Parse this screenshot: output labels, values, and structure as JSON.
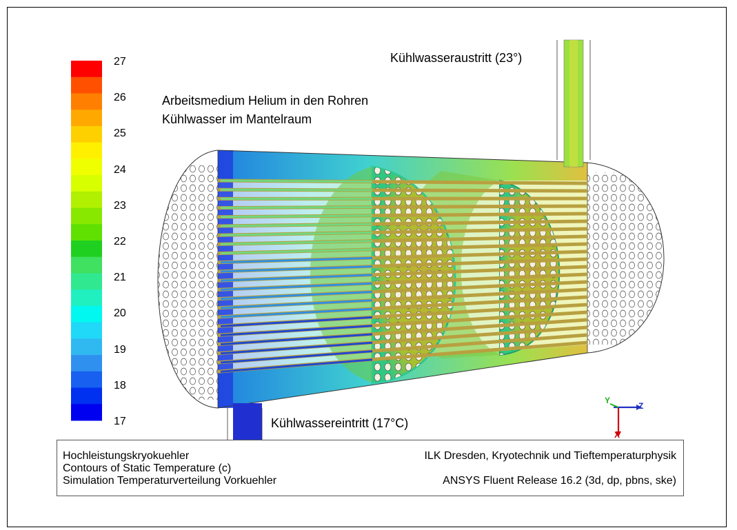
{
  "legend": {
    "values": [
      "27",
      "26",
      "25",
      "24",
      "23",
      "22",
      "21",
      "20",
      "19",
      "18",
      "17"
    ],
    "colors": [
      "#ff0000",
      "#ff5000",
      "#ff8000",
      "#ffa800",
      "#ffd000",
      "#fff000",
      "#f0ff00",
      "#d8ff00",
      "#b0f000",
      "#88e800",
      "#60e000",
      "#20d020",
      "#40e060",
      "#30e890",
      "#20f0c0",
      "#00f8f0",
      "#20d8f8",
      "#30b8f0",
      "#3090f0",
      "#1860f0",
      "#0030f0",
      "#0000f0"
    ]
  },
  "annotations": {
    "outlet": "Kühlwasseraustritt (23°)",
    "inlet": "Kühlwassereintritt (17°C)",
    "medium_line1": "Arbeitsmedium Helium in den Rohren",
    "medium_line2": "Kühlwasser im Mantelraum"
  },
  "axes": {
    "y": "Y",
    "z": "Z",
    "x": "X"
  },
  "footer": {
    "left1": "Hochleistungskryokuehler",
    "left2": "Contours of Static Temperature (c)",
    "left3": "Simulation Temperaturverteilung Vorkuehler",
    "right1": "ILK Dresden, Kryotechnik und Tieftemperaturphysik",
    "right2": "ANSYS Fluent Release 16.2 (3d, dp, pbns, ske)"
  }
}
